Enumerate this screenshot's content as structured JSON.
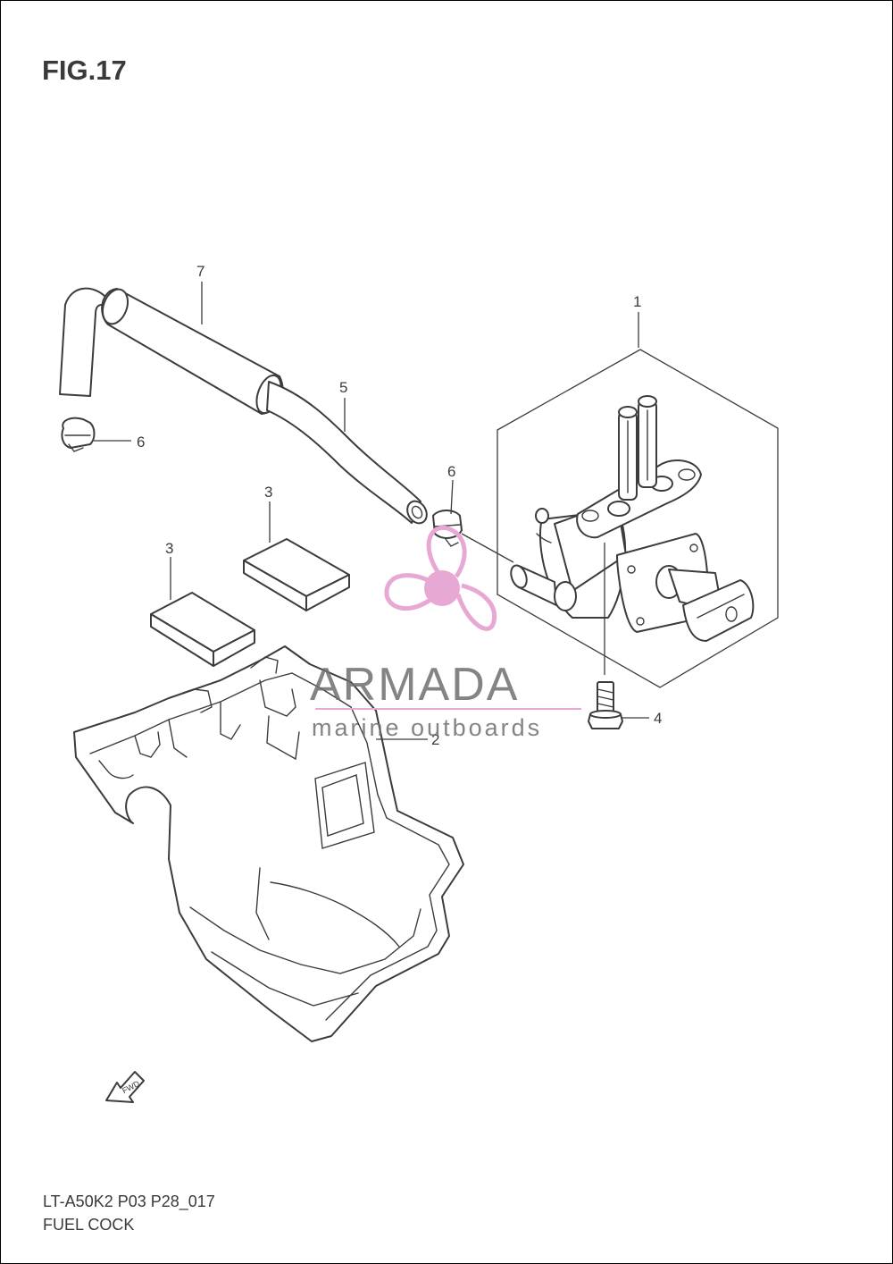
{
  "figure": {
    "title": "FIG.17"
  },
  "callouts": {
    "c1": "1",
    "c2": "2",
    "c3a": "3",
    "c3b": "3",
    "c4": "4",
    "c5": "5",
    "c6a": "6",
    "c6b": "6",
    "c7": "7"
  },
  "forward_arrow": {
    "label": "FWD"
  },
  "watermark": {
    "brand": "ARMADA",
    "tagline": "marine outboards",
    "accent_color": "#e8a8d4",
    "text_color": "#6e6e6e"
  },
  "footer": {
    "code": "LT-A50K2 P03 P28_017",
    "name": "FUEL COCK"
  }
}
